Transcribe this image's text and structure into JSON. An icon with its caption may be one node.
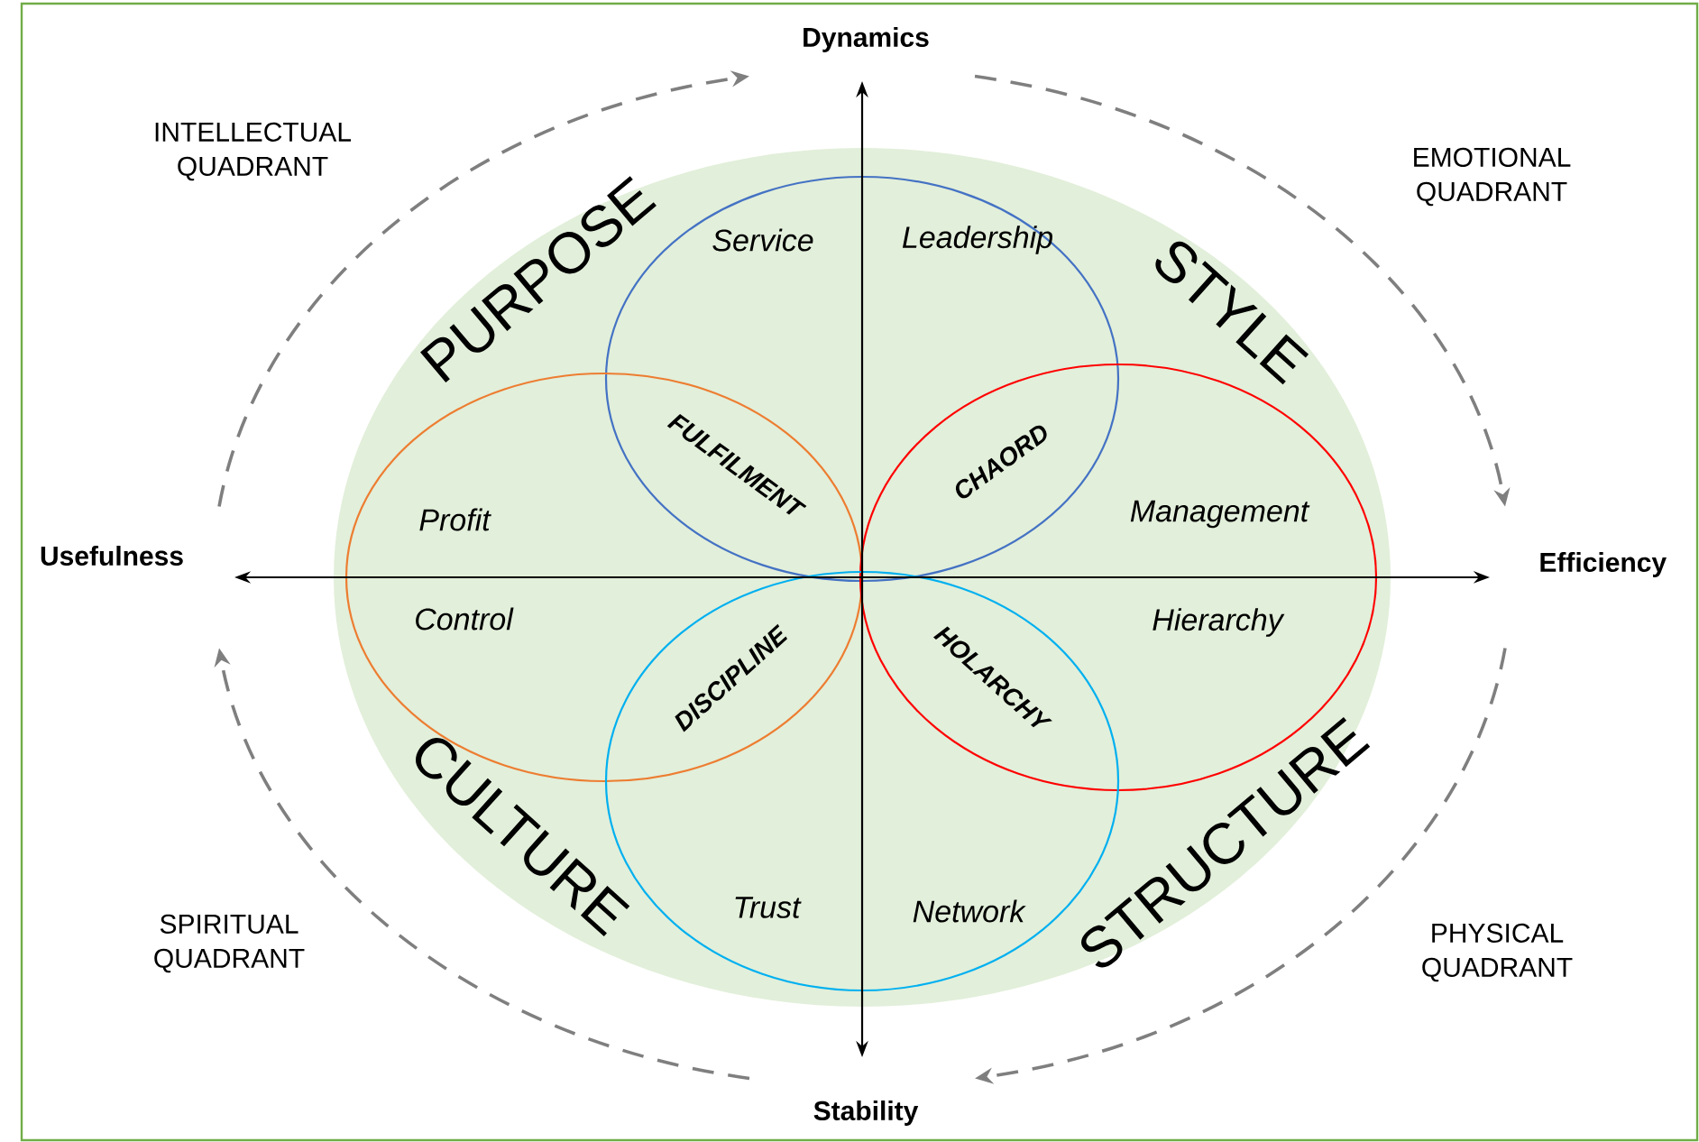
{
  "diagram": {
    "nodes": [
      {
        "text": [
          "Service",
          "Leadership"
        ]
      },
      {
        "text": [
          "Profit",
          "Control"
        ]
      },
      {
        "text": [
          "Management",
          "Hierarchy"
        ]
      },
      {
        "text": [
          "Trust",
          "Network"
        ]
      }
    ],
    "labels": [
      "Dynamics",
      "INTELLECTUAL QUADRANT",
      "EMOTIONAL QUADRANT",
      "PURPOSE",
      "STYLE",
      "FULFILMENT",
      "CHAORD",
      "Usefulness",
      "Efficiency",
      "DISCIPLINE",
      "HOLARCHY",
      "CULTURE",
      "STRUCTURE",
      "SPIRITUAL QUADRANT",
      "PHYSICAL QUADRANT",
      "Stability"
    ]
  }
}
